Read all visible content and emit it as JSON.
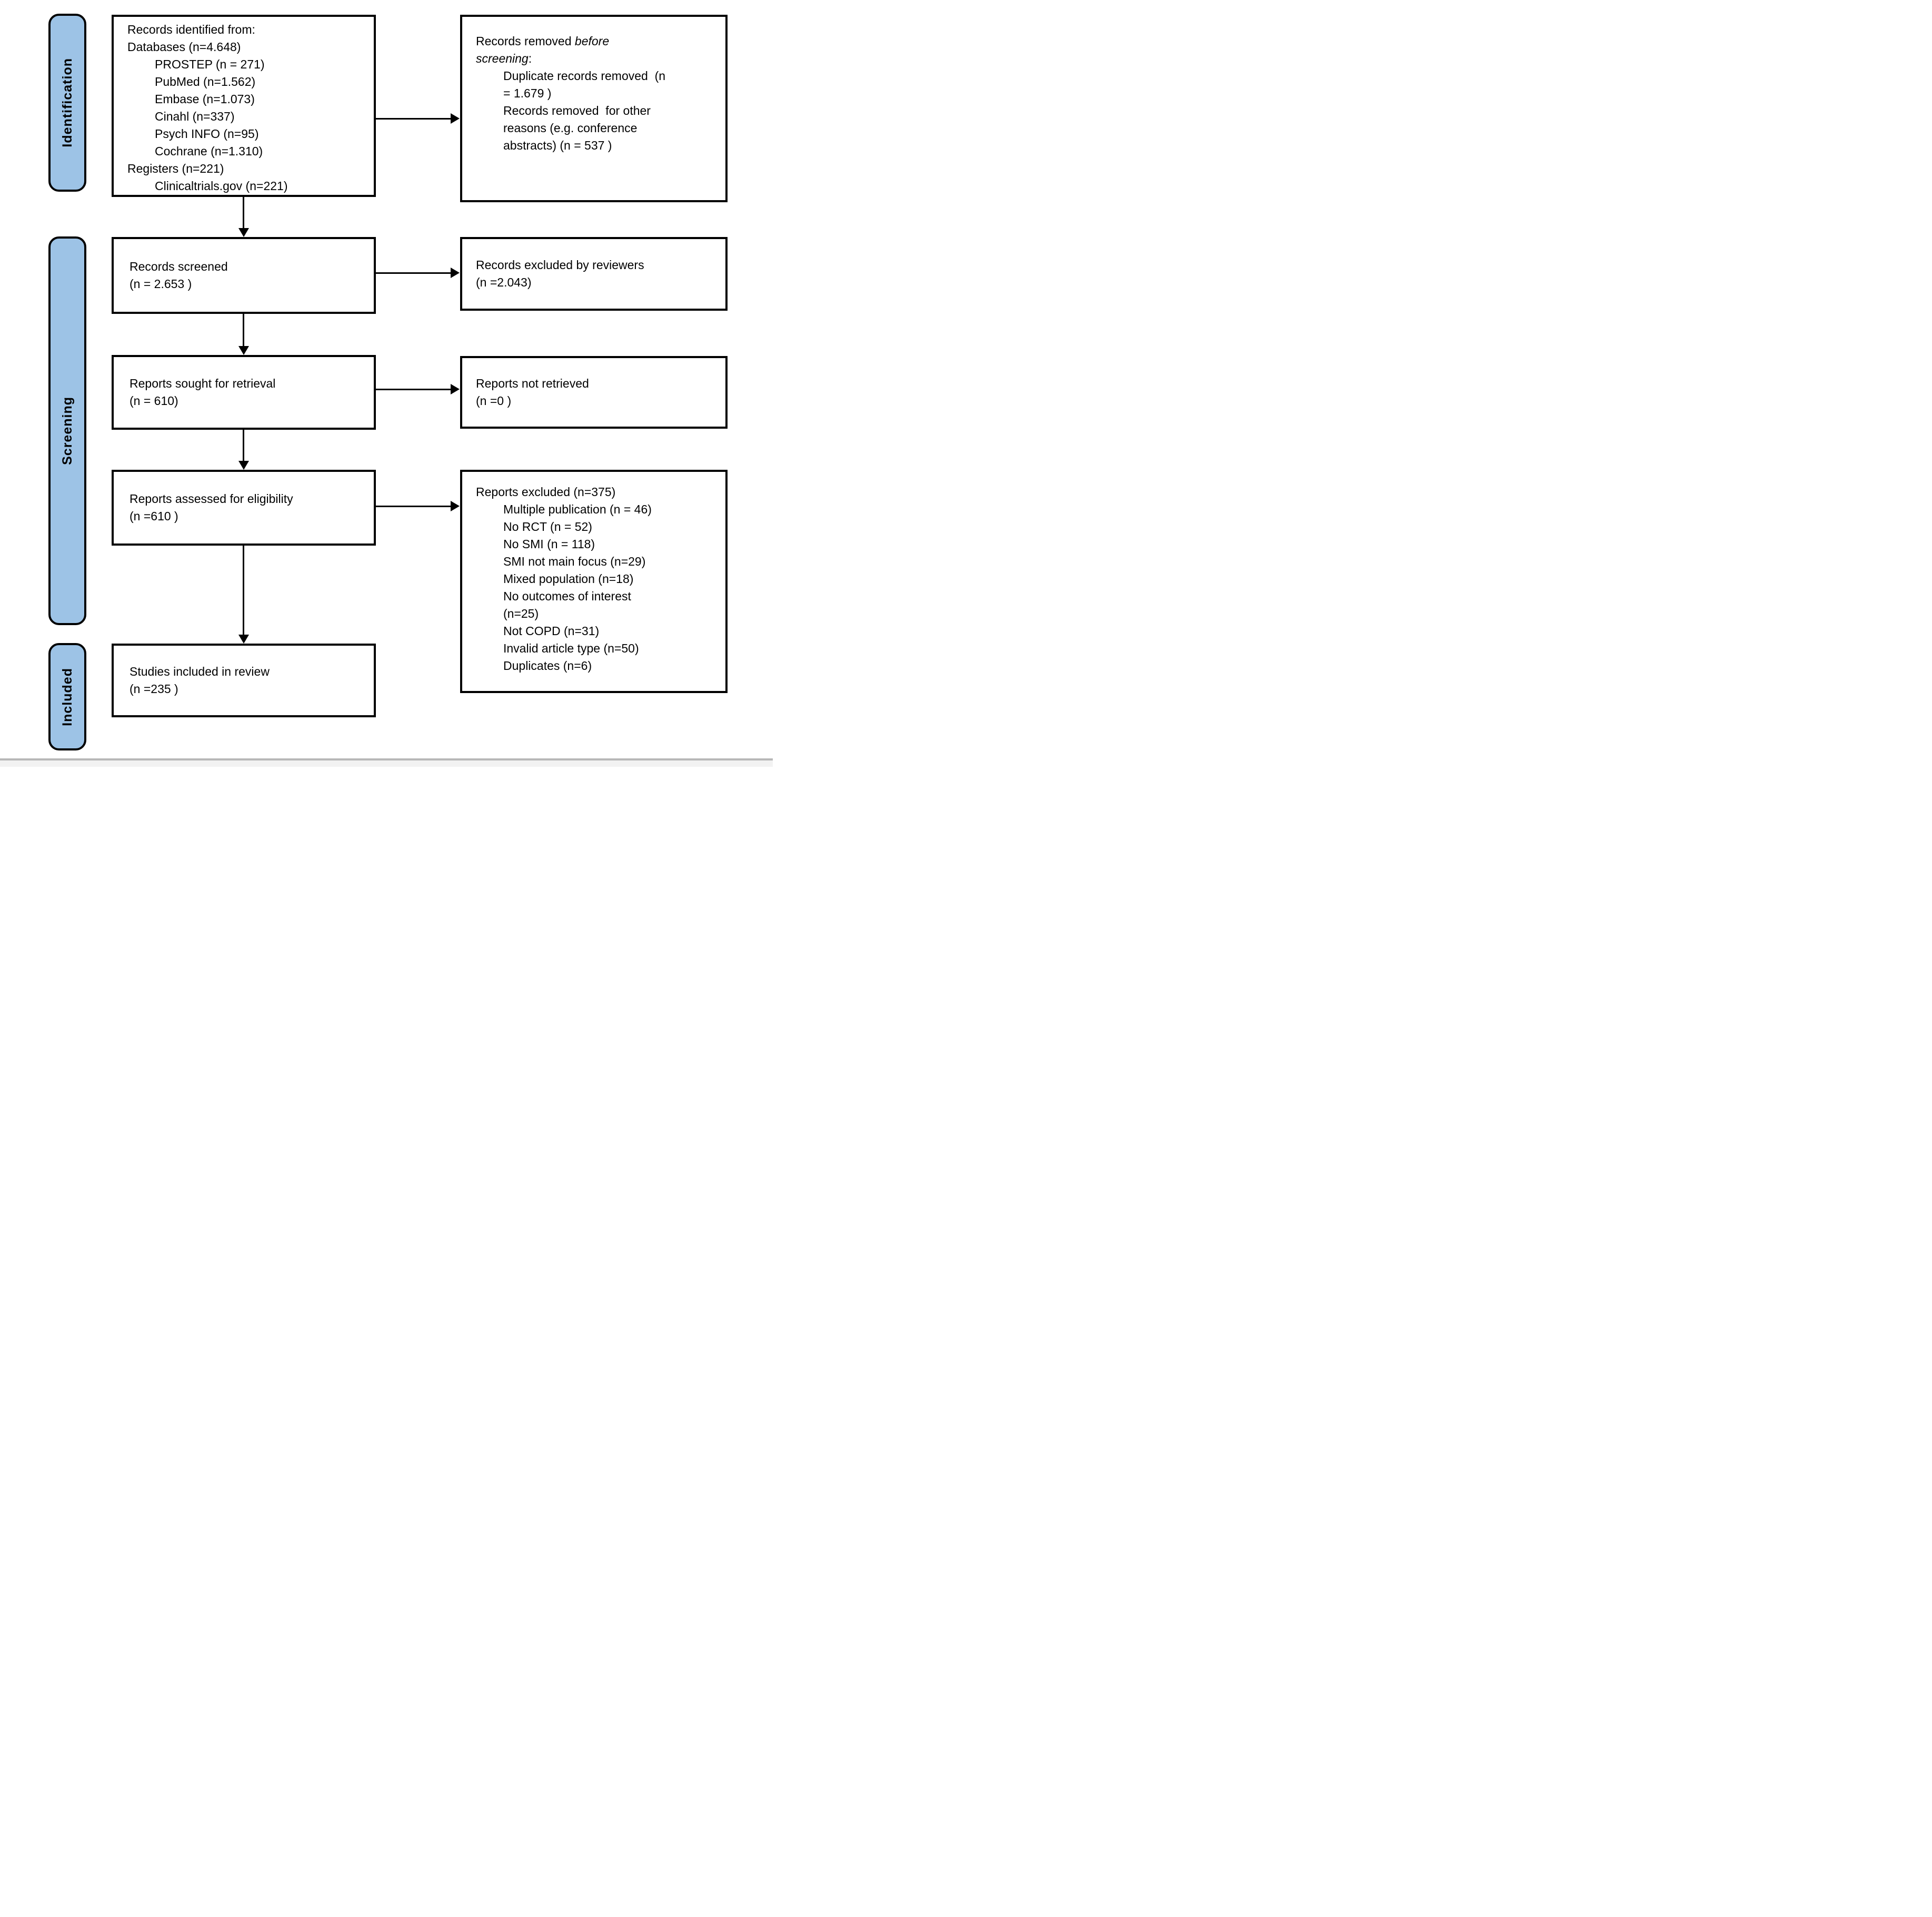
{
  "sidebar": {
    "identification_label": "Identification",
    "screening_label": "Screening",
    "included_label": "Included"
  },
  "boxes": {
    "records_identified": {
      "lines": [
        "Records identified from:",
        "Databases (n=4.648)",
        "PROSTEP (n = 271)",
        "PubMed (n=1.562)",
        "Embase (n=1.073)",
        "Cinahl (n=337)",
        "Psych INFO (n=95)",
        "Cochrane (n=1.310)",
        "Registers (n=221)",
        "Clinicaltrials.gov (n=221)"
      ]
    },
    "records_removed": {
      "heading_prefix": "Records removed ",
      "heading_emphasis": "before\nscreening",
      "heading_suffix": ":",
      "items": [
        "Duplicate records removed  (n\n= 1.679 )",
        "Records removed  for other\nreasons (e.g. conference\nabstracts) (n = 537 )"
      ]
    },
    "records_screened": {
      "text": "Records screened\n(n = 2.653 )"
    },
    "records_excluded_reviewers": {
      "text": "Records excluded by reviewers\n(n =2.043)"
    },
    "reports_sought": {
      "text": "Reports sought for retrieval\n(n = 610)"
    },
    "reports_not_retrieved": {
      "text": "Reports not retrieved\n(n =0 )"
    },
    "reports_assessed": {
      "text": "Reports assessed for eligibility\n(n =610 )"
    },
    "reports_excluded": {
      "heading": "Reports excluded (n=375)",
      "items": [
        "Multiple publication (n = 46)",
        "No RCT (n = 52)",
        "No SMI (n = 118)",
        "SMI not main focus (n=29)",
        "Mixed population (n=18)",
        "No outcomes of interest\n(n=25)",
        "Not COPD (n=31)",
        "Invalid article type (n=50)",
        "Duplicates (n=6)"
      ]
    },
    "studies_included": {
      "text": "Studies included in review\n(n =235 )"
    }
  },
  "colors": {
    "pill_fill": "#9DC3E6",
    "line": "#000000",
    "footer_line": "#b8b8b8",
    "footer_strip": "#f2f2f2"
  }
}
